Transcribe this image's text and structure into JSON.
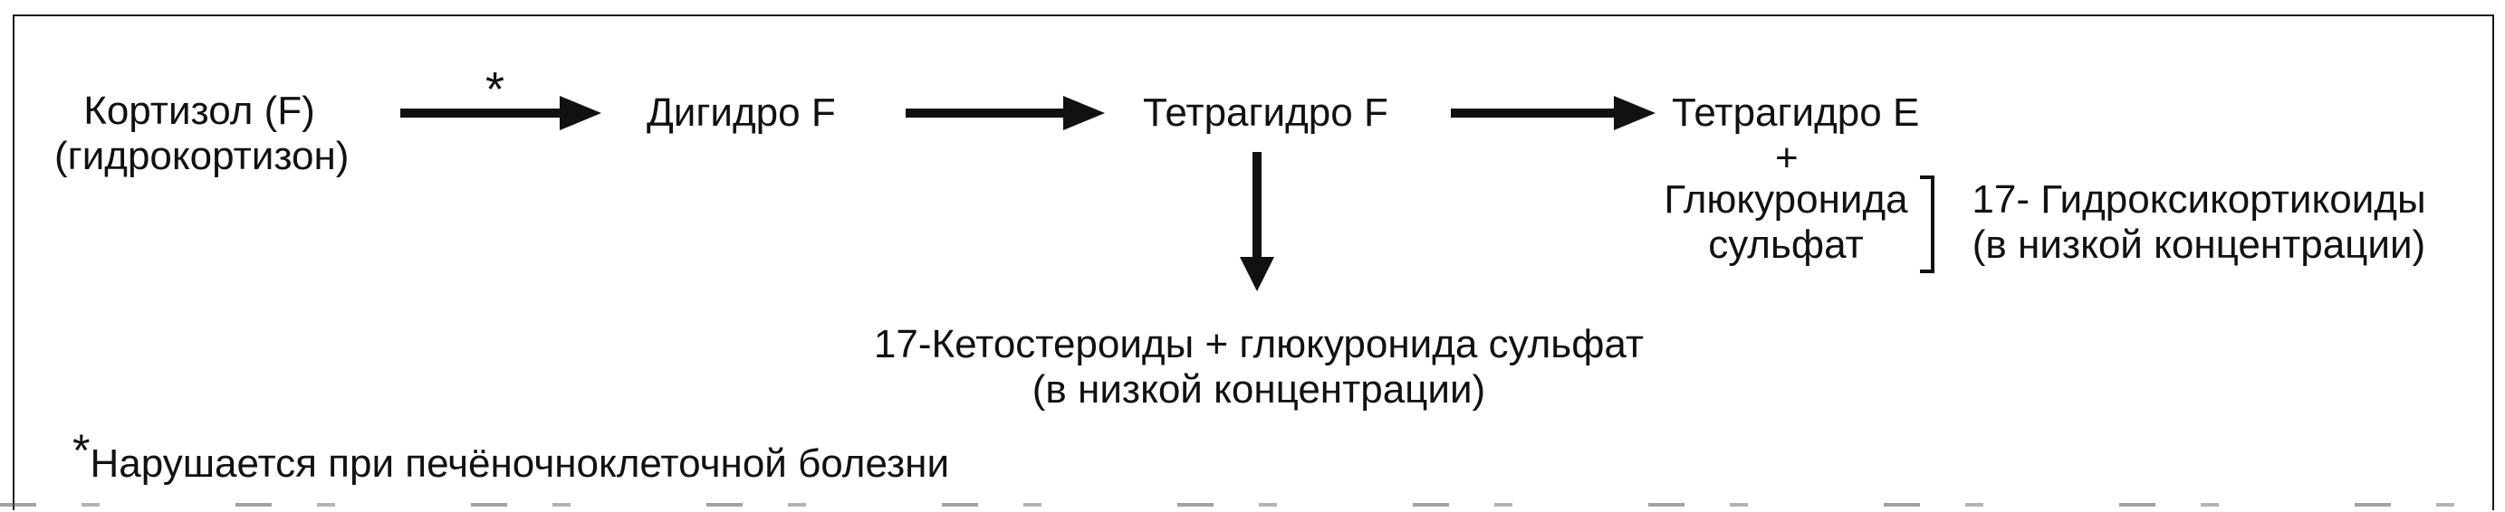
{
  "diagram": {
    "nodes": {
      "cortisol_line1": "Кортизол (F)",
      "cortisol_line2": "(гидрокортизон)",
      "dihydro": "Дигидро F",
      "tetrahydro_f": "Тетрагидро F",
      "tetrahydro_e": "Тетрагидро E",
      "plus": "+",
      "glucuronide_line1": "Глюкуронида",
      "glucuronide_line2": "сульфат",
      "hydroxy_line1": "17- Гидроксикортикоиды",
      "hydroxy_line2": "(в низкой концентрации)",
      "keto_line1": "17-Кетостероиды + глюкуронида сульфат",
      "keto_line2": "(в низкой концентрации)"
    },
    "arrow_marker": "*",
    "footnote": {
      "marker": "*",
      "text": "Нарушается при печёночноклеточной болезни"
    },
    "colors": {
      "ink": "#111111",
      "background": "#ffffff"
    }
  }
}
